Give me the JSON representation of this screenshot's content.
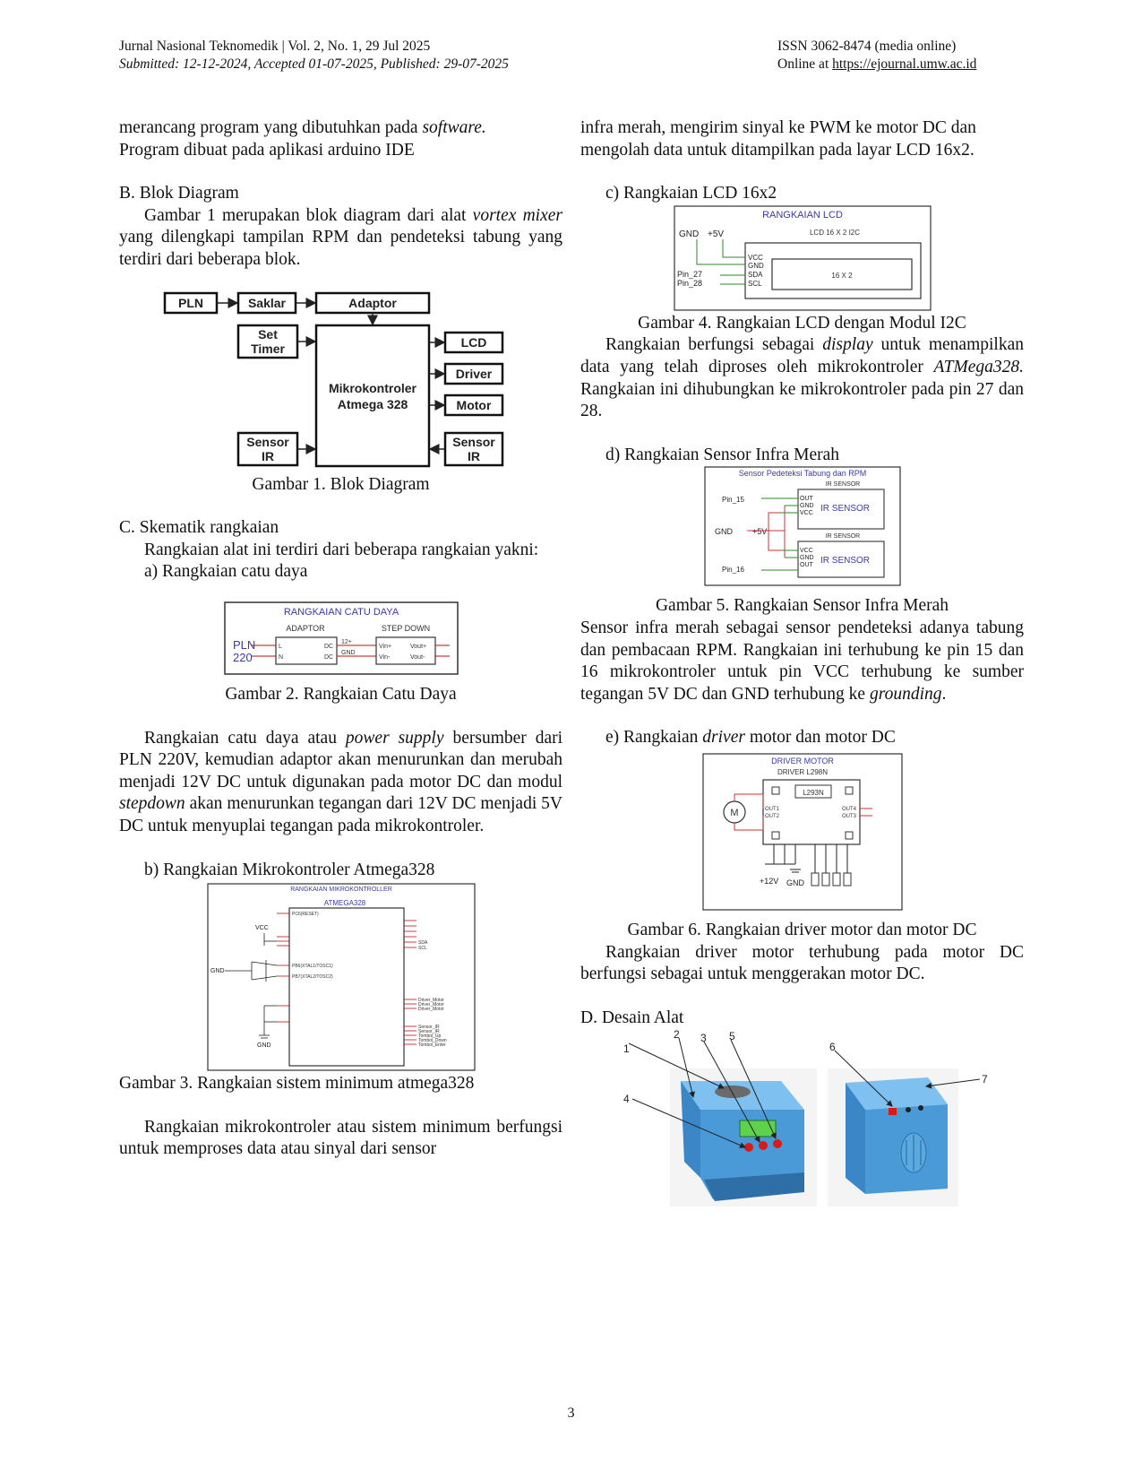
{
  "header": {
    "journal": "Jurnal Nasional Teknomedik | Vol. 2, No. 1, 29 Jul 2025",
    "dates": "Submitted: 12-12-2024, Accepted 01-07-2025, Published: 29-07-2025",
    "issn": "ISSN 3062-8474 (media online)",
    "online_prefix": "Online at ",
    "online_url": "https://ejournal.umw.ac.id"
  },
  "left": {
    "p0_a": "merancang program  yang dibutuhkan pada ",
    "p0_em": "software.",
    "p0_b": "Program dibuat pada aplikasi arduino IDE",
    "secB": "B.  Blok Diagram",
    "pB_a": "Gambar 1 merupakan blok diagram dari alat ",
    "pB_em1": "vortex mixer",
    "pB_b": " yang dilengkapi tampilan RPM dan pendeteksi tabung yang terdiri dari beberapa blok.",
    "fig1": {
      "pln": "PLN",
      "saklar": "Saklar",
      "adaptor": "Adaptor",
      "set_timer_1": "Set",
      "set_timer_2": "Timer",
      "mcu_1": "Mikrokontroler",
      "mcu_2": "Atmega 328",
      "sensor_1": "Sensor",
      "sensor_2": "IR",
      "lcd": "LCD",
      "driver": "Driver",
      "motor": "Motor",
      "sensor_ir_1": "Sensor",
      "sensor_ir_2": "IR"
    },
    "cap1": "Gambar 1. Blok Diagram",
    "secC": "C.  Skematik rangkaian",
    "pC": "Rangkaian alat ini terdiri dari beberapa rangkaian yakni:",
    "sub_a": "a)  Rangkaian catu daya",
    "fig2": {
      "title": "RANGKAIAN CATU DAYA",
      "adaptor": "ADAPTOR",
      "stepdown": "STEP DOWN",
      "pln": "PLN",
      "v220": "220",
      "l": "L",
      "n": "N",
      "dc": "DC",
      "v12": "12+",
      "gnd": "GND",
      "vin_p": "Vin+",
      "vin_m": "Vin-",
      "vout_p": "Vout+",
      "vout_m": "Vout-"
    },
    "cap2": "Gambar 2. Rangkaian Catu Daya",
    "p2_a": "Rangkaian catu daya atau ",
    "p2_em1": "power supply",
    "p2_b": " bersumber dari PLN 220V, kemudian adaptor akan menurunkan dan merubah menjadi 12V DC untuk digunakan pada motor DC dan modul ",
    "p2_em2": "stepdown",
    "p2_c": " akan menurunkan tegangan dari 12V DC menjadi 5V DC untuk menyuplai tegangan pada mikrokontroler.",
    "sub_b": "b)  Rangkaian Mikrokontroler Atmega328",
    "fig3": {
      "title": "RANGKAIAN MIKROKONTROLLER",
      "chip": "ATMEGA328",
      "vcc": "VCC",
      "gnd": "GND",
      "pc6": "PC6(RESET)",
      "xtal1": "PB6(XTAL1/TOSC1)",
      "xtal2": "PB7(XTAL2/TOSC2)",
      "sda": "SDA",
      "scl": "SCL",
      "r1": "Driver_Motor",
      "r2": "Driver_Motor",
      "r3": "Driver_Motor",
      "r4": "Sensor_IR",
      "r5": "Sensor_IR",
      "r6": "Tombol_Up",
      "r7": "Tombol_Down",
      "r8": "Tombol_Enter"
    },
    "cap3": "Gambar 3. Rangkaian sistem minimum atmega328",
    "p3": "Rangkaian mikrokontroler atau sistem minimum berfungsi untuk memproses data atau sinyal dari sensor"
  },
  "right": {
    "p0": "infra merah, mengirim sinyal ke PWM ke motor DC dan mengolah data untuk ditampilkan pada layar LCD 16x2.",
    "sub_c": "c)  Rangkaian LCD 16x2",
    "fig4": {
      "title": "RANGKAIAN LCD",
      "module": "LCD 16 X 2 I2C",
      "gnd": "GND",
      "v5": "+5V",
      "vcc": "VCC",
      "gndp": "GND",
      "sda": "SDA",
      "scl": "SCL",
      "pin27": "Pin_27",
      "pin28": "Pin_28",
      "screen": "16 X 2"
    },
    "cap4": "Gambar 4. Rangkaian LCD dengan Modul I2C",
    "p4_a": "Rangkaian berfungsi sebagai ",
    "p4_em1": "display",
    "p4_b": " untuk menampilkan data yang telah diproses oleh mikrokontroler ",
    "p4_em2": "ATMega328.",
    "p4_c": " Rangkaian ini dihubungkan ke mikrokontroler pada pin 27 dan 28.",
    "sub_d": "d)  Rangkaian Sensor Infra Merah",
    "fig5": {
      "title": "Sensor Pedeteksi Tabung dan RPM",
      "ir_label": "IR SENSOR",
      "ir": "IR SENSOR",
      "pin15": "Pin_15",
      "pin16": "Pin_16",
      "gnd": "GND",
      "v5": "+5V",
      "out": "OUT",
      "gndp": "GND",
      "vcc": "VCC"
    },
    "cap5": "Gambar 5. Rangkaian Sensor Infra Merah",
    "p5_a": "Sensor infra merah sebagai sensor pendeteksi adanya tabung dan pembacaan RPM. Rangkaian ini terhubung ke pin 15 dan 16 mikrokontroler untuk pin VCC terhubung ke sumber tegangan 5V DC dan GND terhubung ke ",
    "p5_em": "grounding",
    "p5_b": ".",
    "sub_e_a": "e)  Rangkaian ",
    "sub_e_em": "driver",
    "sub_e_b": " motor dan motor DC",
    "fig6": {
      "title": "DRIVER MOTOR",
      "subtitle": "DRIVER L298N",
      "chip": "L293N",
      "m": "M",
      "out1": "OUT1",
      "out2": "OUT2",
      "out3": "OUT3",
      "out4": "OUT4",
      "v12": "+12V",
      "gnd": "GND"
    },
    "cap6": "Gambar 6. Rangkaian driver motor dan motor DC",
    "p6": "Rangkaian driver motor terhubung pada motor DC berfungsi sebagai untuk menggerakan motor DC.",
    "secD": "D.  Desain Alat",
    "fig7": {
      "n1": "1",
      "n2": "2",
      "n3": "3",
      "n4": "4",
      "n5": "5",
      "n6": "6",
      "n7": "7"
    }
  },
  "page_number": "3"
}
